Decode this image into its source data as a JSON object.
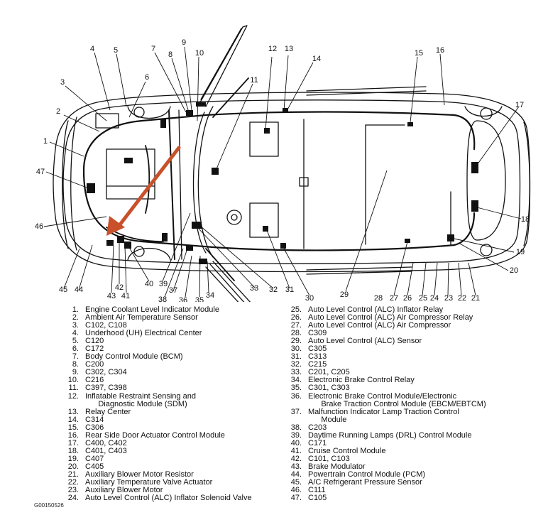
{
  "figure_id": "G00150526",
  "arrow_color": "#c8502a",
  "callouts": [
    {
      "n": "1"
    },
    {
      "n": "2"
    },
    {
      "n": "3"
    },
    {
      "n": "4"
    },
    {
      "n": "5"
    },
    {
      "n": "6"
    },
    {
      "n": "7"
    },
    {
      "n": "8"
    },
    {
      "n": "9"
    },
    {
      "n": "10"
    },
    {
      "n": "11"
    },
    {
      "n": "12"
    },
    {
      "n": "13"
    },
    {
      "n": "14"
    },
    {
      "n": "15"
    },
    {
      "n": "16"
    },
    {
      "n": "17"
    },
    {
      "n": "18"
    },
    {
      "n": "19"
    },
    {
      "n": "20"
    },
    {
      "n": "21"
    },
    {
      "n": "22"
    },
    {
      "n": "23"
    },
    {
      "n": "24"
    },
    {
      "n": "25"
    },
    {
      "n": "26"
    },
    {
      "n": "27"
    },
    {
      "n": "28"
    },
    {
      "n": "29"
    },
    {
      "n": "30"
    },
    {
      "n": "31"
    },
    {
      "n": "32"
    },
    {
      "n": "33"
    },
    {
      "n": "34"
    },
    {
      "n": "35"
    },
    {
      "n": "36"
    },
    {
      "n": "37"
    },
    {
      "n": "38"
    },
    {
      "n": "39"
    },
    {
      "n": "40"
    },
    {
      "n": "41"
    },
    {
      "n": "42"
    },
    {
      "n": "43"
    },
    {
      "n": "44"
    },
    {
      "n": "45"
    },
    {
      "n": "46"
    },
    {
      "n": "47"
    }
  ],
  "legend_left": [
    {
      "num": "1.",
      "text": "Engine Coolant Level Indicator Module"
    },
    {
      "num": "2.",
      "text": "Ambient Air Temperature Sensor"
    },
    {
      "num": "3.",
      "text": "C102, C108"
    },
    {
      "num": "4.",
      "text": "Underhood (UH) Electrical Center"
    },
    {
      "num": "5.",
      "text": "C120"
    },
    {
      "num": "6.",
      "text": "C172"
    },
    {
      "num": "7.",
      "text": "Body Control Module (BCM)"
    },
    {
      "num": "8.",
      "text": "C200"
    },
    {
      "num": "9.",
      "text": "C302, C304"
    },
    {
      "num": "10.",
      "text": "C216"
    },
    {
      "num": "11.",
      "text": "C397, C398"
    },
    {
      "num": "12.",
      "text": "Inflatable Restraint Sensing and"
    },
    {
      "num": "",
      "text": "      Diagnostic Module (SDM)"
    },
    {
      "num": "13.",
      "text": "Relay Center"
    },
    {
      "num": "14.",
      "text": "C314"
    },
    {
      "num": "15.",
      "text": "C306"
    },
    {
      "num": "16.",
      "text": "Rear Side Door Actuator Control Module"
    },
    {
      "num": "17.",
      "text": "C400, C402"
    },
    {
      "num": "18.",
      "text": "C401, C403"
    },
    {
      "num": "19.",
      "text": "C407"
    },
    {
      "num": "20.",
      "text": "C405"
    },
    {
      "num": "21.",
      "text": "Auxiliary Blower Motor Resistor"
    },
    {
      "num": "22.",
      "text": "Auxiliary Temperature Valve Actuator"
    },
    {
      "num": "23.",
      "text": "Auxiliary Blower Motor"
    },
    {
      "num": "24.",
      "text": "Auto Level Control (ALC) Inflator Solenoid Valve"
    }
  ],
  "legend_right": [
    {
      "num": "25.",
      "text": "Auto Level Control (ALC) Inflator Relay"
    },
    {
      "num": "26.",
      "text": "Auto Level Control (ALC) Air Compressor Relay"
    },
    {
      "num": "27.",
      "text": "Auto Level Control (ALC) Air Compressor"
    },
    {
      "num": "28.",
      "text": "C309"
    },
    {
      "num": "29.",
      "text": "Auto Level Control (ALC) Sensor"
    },
    {
      "num": "30.",
      "text": "C305"
    },
    {
      "num": "31.",
      "text": "C313"
    },
    {
      "num": "32.",
      "text": "C215"
    },
    {
      "num": "33.",
      "text": "C201, C205"
    },
    {
      "num": "34.",
      "text": "Electronic Brake Control Relay"
    },
    {
      "num": "35.",
      "text": "C301, C303"
    },
    {
      "num": "36.",
      "text": "Electronic Brake Control Module/Electronic"
    },
    {
      "num": "",
      "text": "      Brake Traction Control Module (EBCM/EBTCM)"
    },
    {
      "num": "37.",
      "text": "Malfunction Indicator Lamp Traction Control"
    },
    {
      "num": "",
      "text": "      Module"
    },
    {
      "num": "38.",
      "text": "C203"
    },
    {
      "num": "39.",
      "text": "Daytime Running Lamps (DRL) Control Module"
    },
    {
      "num": "40.",
      "text": "C171"
    },
    {
      "num": "41.",
      "text": "Cruise Control Module"
    },
    {
      "num": "42.",
      "text": "C101, C103"
    },
    {
      "num": "43.",
      "text": "Brake Modulator"
    },
    {
      "num": "44.",
      "text": "Powertrain Control Module (PCM)"
    },
    {
      "num": "45.",
      "text": "A/C Refrigerant Pressure Sensor"
    },
    {
      "num": "46.",
      "text": "C111"
    },
    {
      "num": "47.",
      "text": "C105"
    }
  ]
}
